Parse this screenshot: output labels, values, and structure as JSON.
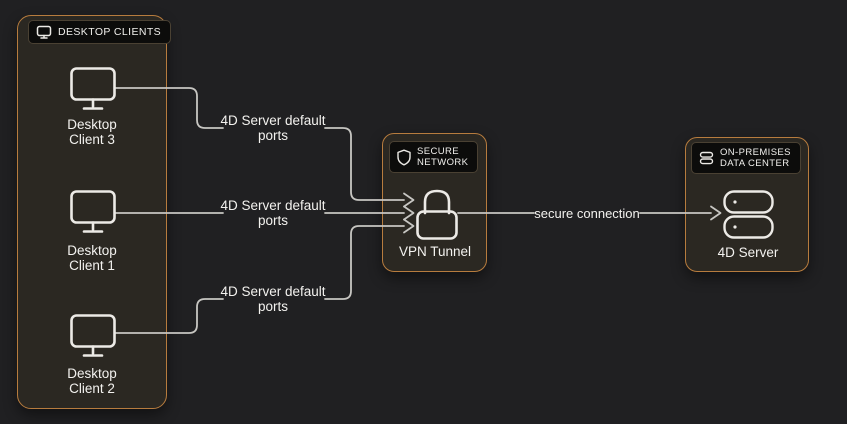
{
  "colors": {
    "background": "#202022",
    "panel_fill": "#2b2822",
    "panel_border": "#b77c3e",
    "connector_line": "#c7c6c2",
    "text": "#f3f2ef",
    "badge_background": "#0c0c0b"
  },
  "desktop_clients": {
    "badge": "DESKTOP CLIENTS",
    "badge_icon": "monitor-icon",
    "items": [
      {
        "line1": "Desktop",
        "line2": "Client 3"
      },
      {
        "line1": "Desktop",
        "line2": "Client 1"
      },
      {
        "line1": "Desktop",
        "line2": "Client 2"
      }
    ]
  },
  "secure_network": {
    "badge_line1": "SECURE",
    "badge_line2": "NETWORK",
    "badge_icon": "shield-icon",
    "node_label": "VPN Tunnel",
    "node_icon": "padlock-icon"
  },
  "data_center": {
    "badge_line1": "ON-PREMISES",
    "badge_line2": "DATA CENTER",
    "badge_icon": "server-icon",
    "node_label": "4D Server",
    "node_icon": "server-stack-icon"
  },
  "connections": {
    "port_labels": [
      {
        "line1": "4D Server default",
        "line2": "ports"
      },
      {
        "line1": "4D Server default",
        "line2": "ports"
      },
      {
        "line1": "4D Server default",
        "line2": "ports"
      }
    ],
    "secure_label": "secure connection"
  }
}
